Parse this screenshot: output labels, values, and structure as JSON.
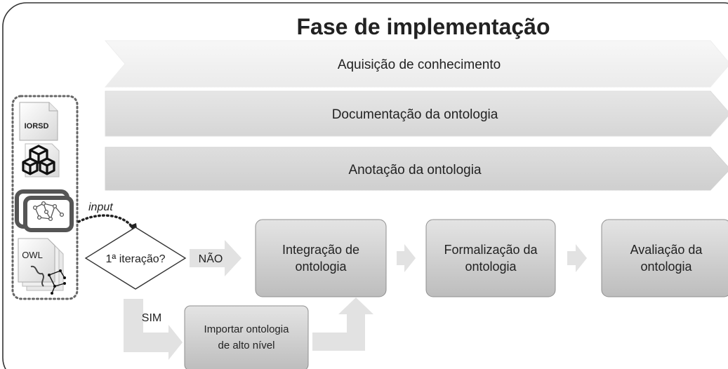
{
  "title": "Fase  de implementação",
  "phases": [
    {
      "label": "Aquisição de conhecimento"
    },
    {
      "label": "Documentação da ontologia"
    },
    {
      "label": "Anotação da ontologia"
    }
  ],
  "inputs": {
    "items": [
      {
        "label": "IORSD",
        "icon": "iorsd-document-icon"
      },
      {
        "icon": "cubes-icon"
      },
      {
        "icon": "graph-network-icon"
      },
      {
        "label": "OWL",
        "icon": "owl-document-icon"
      }
    ]
  },
  "flow": {
    "input_label": "input",
    "decision": "1ª iteração?",
    "no_label": "NÃO",
    "yes_label": "SIM",
    "steps": [
      {
        "line1": "Integração de",
        "line2": "ontologia"
      },
      {
        "line1": "Formalização da",
        "line2": "ontologia"
      },
      {
        "line1": "Avaliação da",
        "line2": "ontologia"
      }
    ],
    "import_step": {
      "line1": "Importar ontologia",
      "line2": "de alto nível"
    }
  },
  "colors": {
    "frame": "#333333",
    "band_light": "#f2f2f2",
    "band_mid": "#dedede",
    "band_dark": "#d6d6d6",
    "box_fill": "#cfcfcf",
    "arrow_fill": "#e2e2e2",
    "text": "#222222"
  }
}
